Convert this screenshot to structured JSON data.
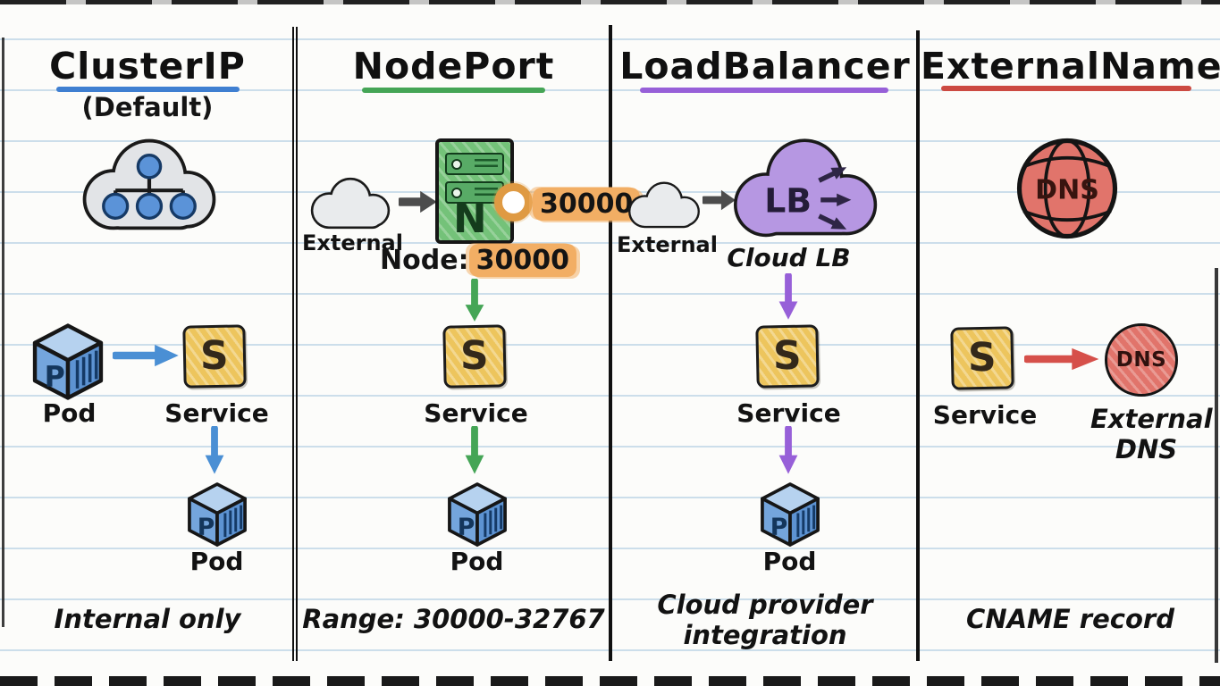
{
  "columns": [
    {
      "title": "ClusterIP",
      "subtitle": "(Default)",
      "pod_top_label": "Pod",
      "service_label": "Service",
      "pod_bottom_label": "Pod",
      "footer": "Internal only"
    },
    {
      "title": "NodePort",
      "external_label": "External",
      "node_letter": "N",
      "port_badge": "30000",
      "node_caption_prefix": "Node:",
      "node_caption_port": "30000",
      "service_label": "Service",
      "pod_label": "Pod",
      "footer": "Range: 30000-32767"
    },
    {
      "title": "LoadBalancer",
      "external_label": "External",
      "lb_label": "LB",
      "cloud_caption": "Cloud LB",
      "service_label": "Service",
      "pod_label": "Pod",
      "footer_line1": "Cloud provider",
      "footer_line2": "integration"
    },
    {
      "title": "ExternalName",
      "globe_label": "DNS",
      "service_label": "Service",
      "dns_label": "DNS",
      "caption_line1": "External",
      "caption_line2": "DNS",
      "footer": "CNAME record"
    }
  ],
  "glyphs": {
    "pod_letter": "P",
    "service_letter": "S"
  },
  "colors": {
    "clusterip_accent": "#3f7fd1",
    "nodeport_accent": "#45a556",
    "loadbalancer_accent": "#9760d8",
    "externalname_accent": "#cc4a42",
    "service_fill": "#edc55d",
    "pod_fill": "#74a5dc",
    "node_server_fill": "#74c279",
    "lb_cloud_fill": "#b697e2",
    "dns_fill": "#e1746b",
    "port_highlight": "#f2ae64",
    "external_cloud_fill": "#e9ebed",
    "ruled_line": "#cfe0ed"
  }
}
